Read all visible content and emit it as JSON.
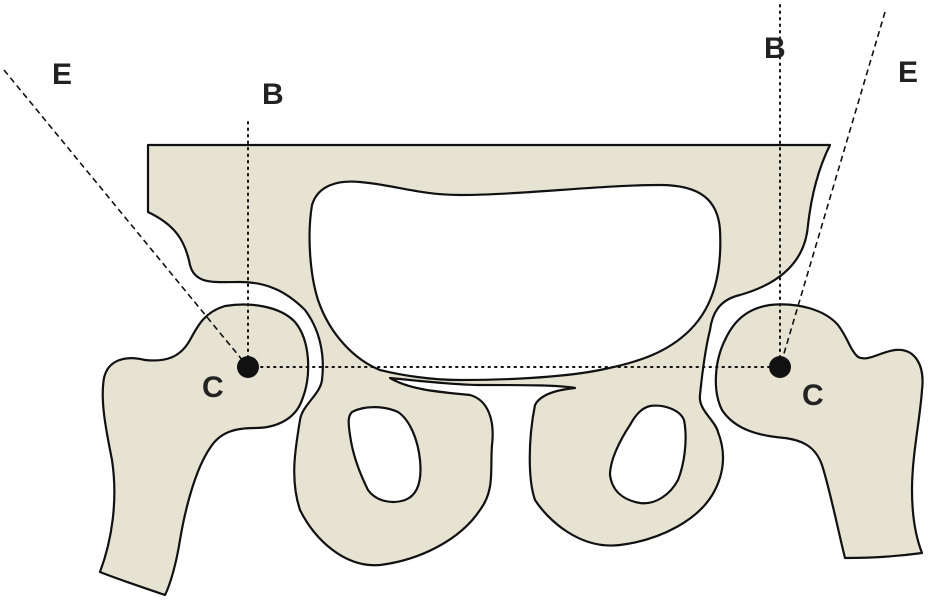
{
  "labels": {
    "left_e": "E",
    "left_b": "B",
    "left_c": "C",
    "right_b": "B",
    "right_e": "E",
    "right_c": "C"
  },
  "colors": {
    "bone_fill": "#e6e3d3",
    "outline": "#111111",
    "background": "#ffffff"
  }
}
